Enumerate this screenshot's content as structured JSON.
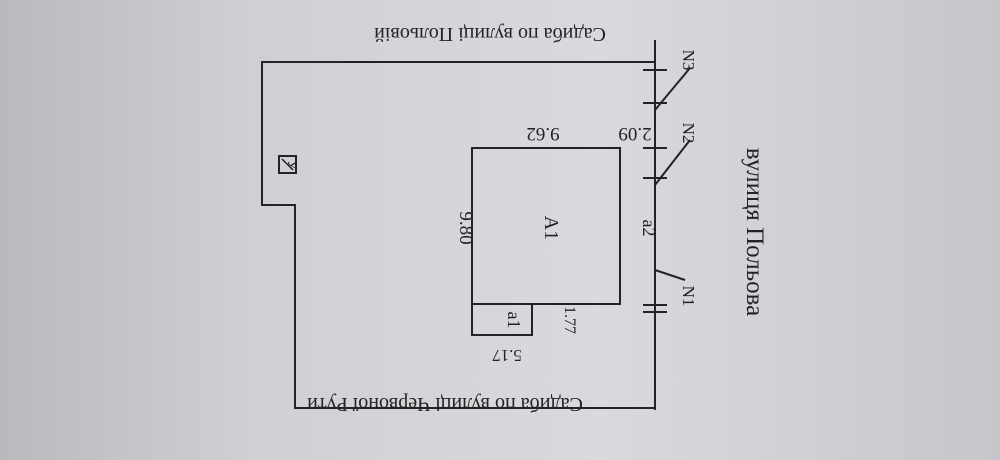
{
  "plan": {
    "neighbor_top": "Садиба по вулиці Польовій",
    "neighbor_bottom": "Садиба по вулиці Червоної Рути",
    "street": "вулиця Польова",
    "building_main": "А1",
    "dim_main_side": "9.80",
    "dim_main_end": "9.62",
    "dim_gap": "2.09",
    "annex_a1": "а1",
    "dim_annex_len": "5.17",
    "dim_annex_width": "1.77",
    "annex_a2": "а2",
    "gate_n1": "N1",
    "gate_n2": "N2",
    "gate_n3": "N3",
    "outbuilding_mark": "У"
  },
  "colors": {
    "paper": "#d7d7dc",
    "ink": "#232323"
  }
}
